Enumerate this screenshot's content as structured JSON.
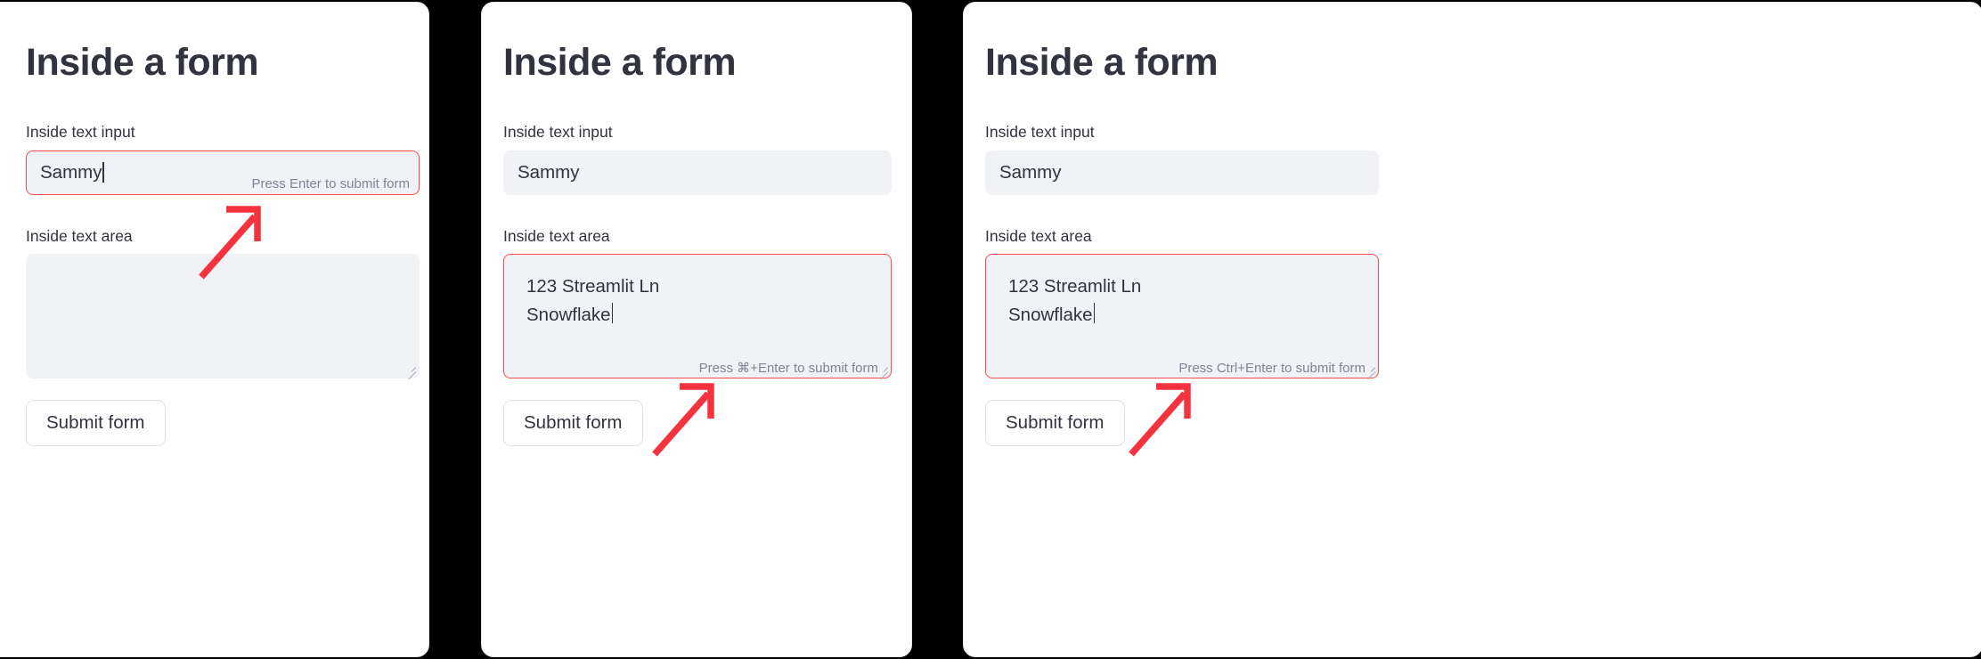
{
  "theme": {
    "background": "#000000",
    "card_background": "#ffffff",
    "widget_background": "#f0f2f6",
    "text_color": "#31333e",
    "hint_color": "#808495",
    "accent_red": "#ff4b4b",
    "annotation_red": "#f5333f"
  },
  "panels": [
    {
      "title": "Inside a form",
      "text_input": {
        "label": "Inside text input",
        "value": "Sammy",
        "placeholder": "",
        "focused": true,
        "caret": true,
        "hint": "Press Enter to submit form"
      },
      "text_area": {
        "label": "Inside text area",
        "value": "",
        "placeholder": "",
        "focused": false,
        "caret": false,
        "hint": ""
      },
      "submit_label": "Submit form",
      "annotation_target": "text-input-hint"
    },
    {
      "title": "Inside a form",
      "text_input": {
        "label": "Inside text input",
        "value": "Sammy",
        "placeholder": "",
        "focused": false,
        "caret": false,
        "hint": ""
      },
      "text_area": {
        "label": "Inside text area",
        "value": "123 Streamlit Ln\nSnowflake",
        "placeholder": "",
        "focused": true,
        "caret": true,
        "hint": "Press ⌘+Enter to submit form"
      },
      "submit_label": "Submit form",
      "annotation_target": "text-area-hint"
    },
    {
      "title": "Inside a form",
      "text_input": {
        "label": "Inside text input",
        "value": "Sammy",
        "placeholder": "",
        "focused": false,
        "caret": false,
        "hint": ""
      },
      "text_area": {
        "label": "Inside text area",
        "value": "123 Streamlit Ln\nSnowflake",
        "placeholder": "",
        "focused": true,
        "caret": true,
        "hint": "Press Ctrl+Enter to submit form"
      },
      "submit_label": "Submit form",
      "annotation_target": "text-area-hint"
    }
  ]
}
